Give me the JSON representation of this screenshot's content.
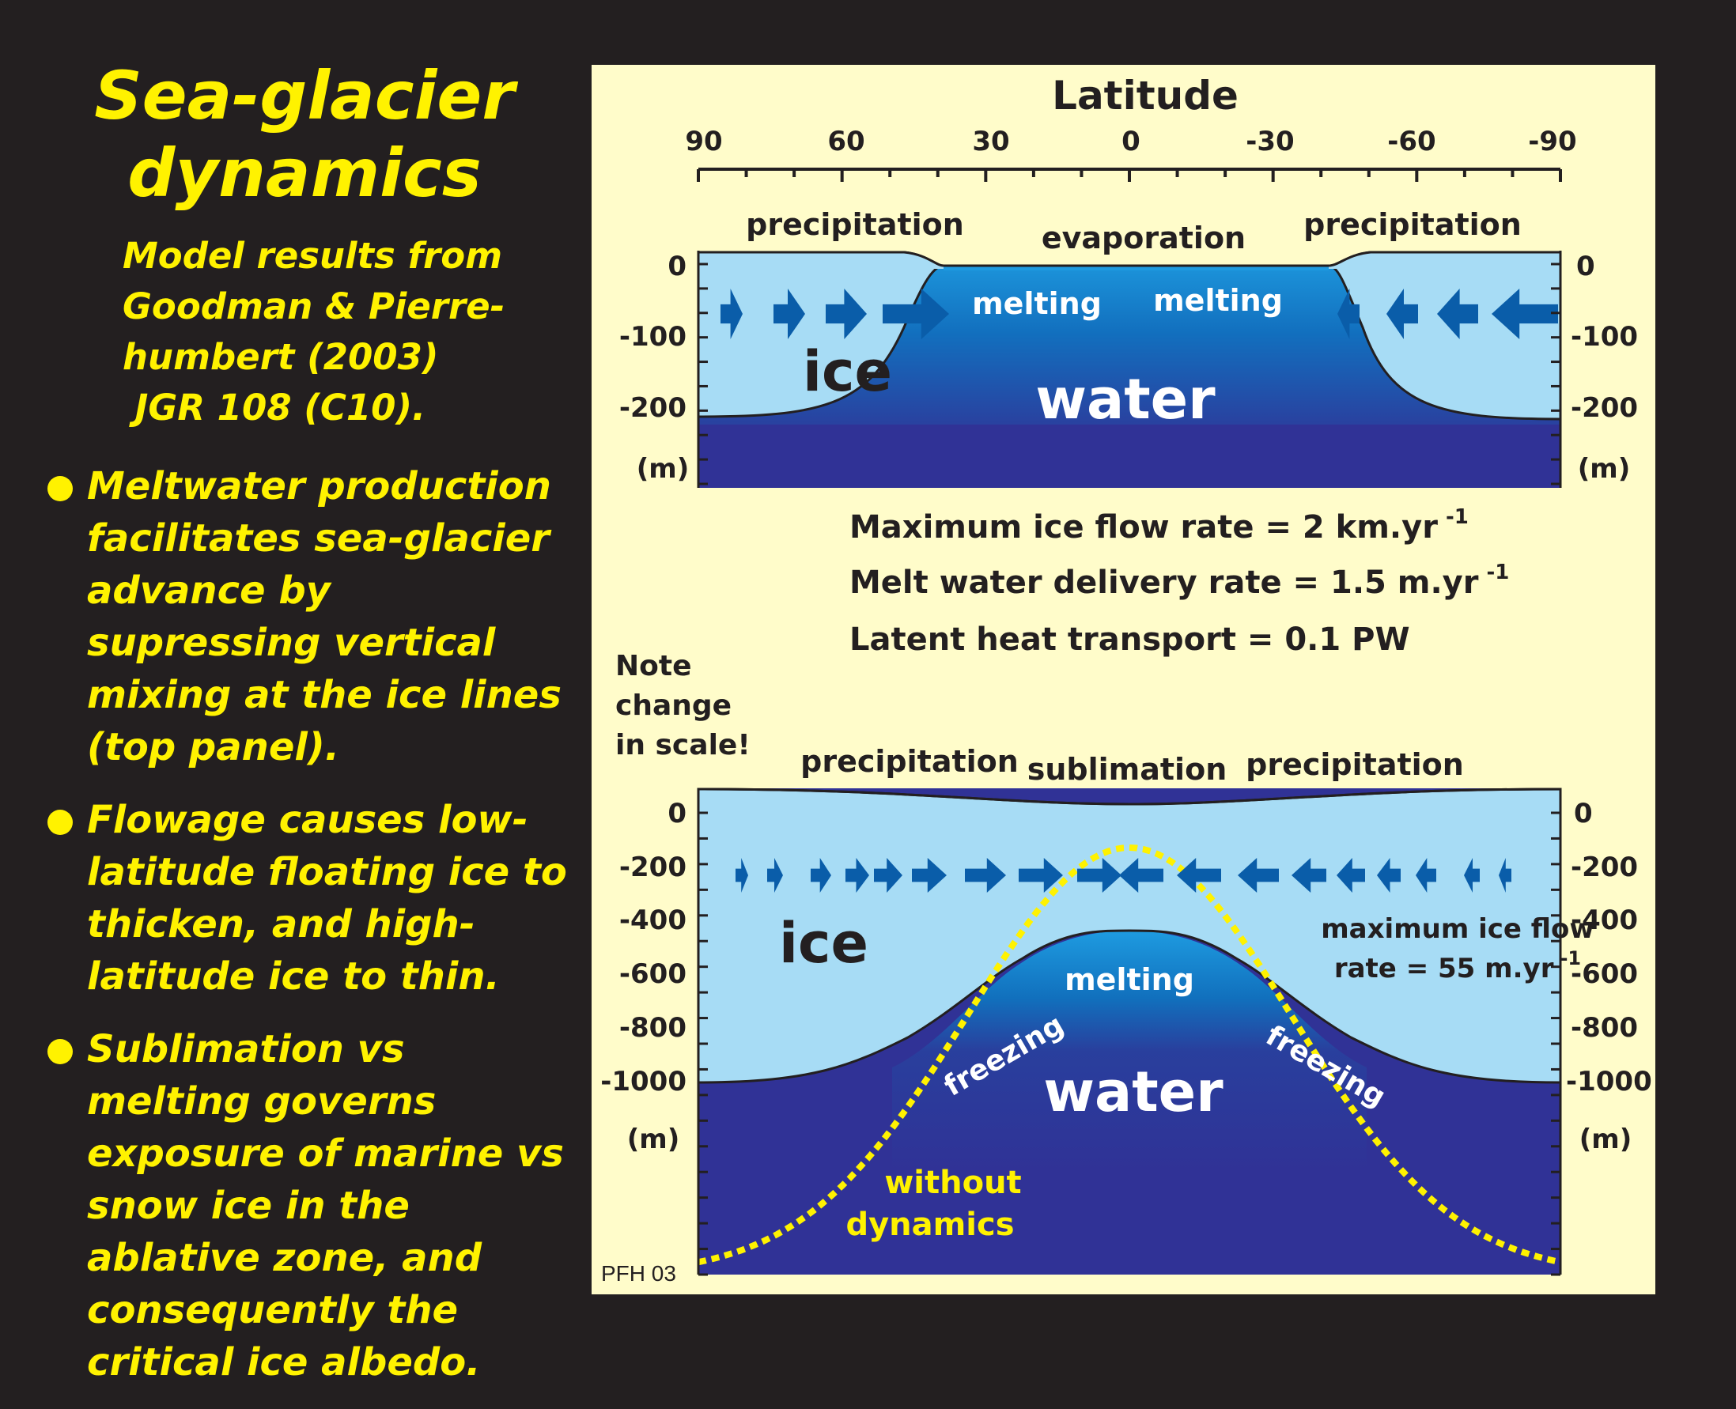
{
  "title": {
    "line1": "Sea-glacier",
    "line2": "dynamics"
  },
  "reference": {
    "line1": "Model results from",
    "line2": "Goodman & Pierre-",
    "line3": "humbert (2003)",
    "line4": " JGR 108 (C10)."
  },
  "bullets": [
    "Meltwater production facilitates sea-glacier advance by supressing vertical mixing at the ice lines (top panel).",
    "Flowage causes low-latitude floating ice to thicken, and high-latitude ice to thin.",
    "Sublimation vs melting governs exposure of marine vs snow ice in the ablative zone, and consequently  the critical ice albedo."
  ],
  "axis": {
    "title": "Latitude",
    "ticks": [
      "90",
      "60",
      "30",
      "0",
      "-30",
      "-60",
      "-90"
    ]
  },
  "top_panel": {
    "depth_ticks": [
      "0",
      "-100",
      "-200"
    ],
    "unit": "(m)",
    "labels": {
      "precip_left": "precipitation",
      "evaporation": "evaporation",
      "precip_right": "precipitation",
      "melting_left": "melting",
      "melting_right": "melting",
      "ice": "ice",
      "water": "water"
    }
  },
  "stats": {
    "line1": "Maximum ice flow rate = 2 km.yr",
    "line2": "Melt water delivery rate = 1.5 m.yr",
    "line3": "Latent heat transport = 0.1 PW",
    "exponent": "-1"
  },
  "note": {
    "line1": "Note",
    "line2": "change",
    "line3": "in scale!"
  },
  "bottom_panel": {
    "depth_ticks": [
      "0",
      "-200",
      "-400",
      "-600",
      "-800",
      "-1000"
    ],
    "unit": "(m)",
    "labels": {
      "precip_left": "precipitation",
      "sublimation": "sublimation",
      "precip_right": "precipitation",
      "ice": "ice",
      "water": "water",
      "melting": "melting",
      "freezing_left": "freezing",
      "freezing_right": "freezing",
      "max_flow_line1": "maximum ice flow",
      "max_flow_line2": "rate = 55 m.yr",
      "max_flow_exp": "-1",
      "without_line1": "without",
      "without_line2": "dynamics"
    }
  },
  "credit": "PFH 03",
  "colors": {
    "background": "#231f20",
    "highlight": "#fff200",
    "panel": "#fffcca",
    "ice": "#a7dcf5",
    "water_deep": "#303296",
    "arrow": "#0a5da9",
    "text_dark": "#231f20"
  }
}
